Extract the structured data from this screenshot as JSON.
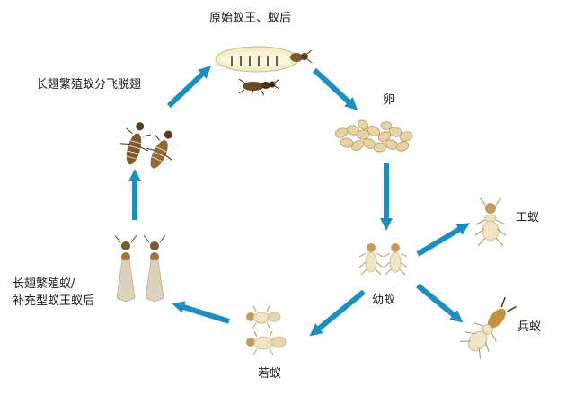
{
  "labels": {
    "queen_king": "原始蚁王、蚁后",
    "egg": "卵",
    "worker": "工蚁",
    "larva": "幼蚁",
    "soldier": "兵蚁",
    "nymph": "若蚁",
    "alate": "长翅繁殖蚁/",
    "supplementary": "补充型蚁王蚁后",
    "swarming": "长翅繁殖蚁分飞脱翅"
  },
  "colors": {
    "arrow": "#1c8fc0",
    "body_light": "#efe3c3",
    "body_mid": "#d8b77c",
    "body_dark": "#7a5a2e",
    "wing": "#ddd2bb"
  }
}
